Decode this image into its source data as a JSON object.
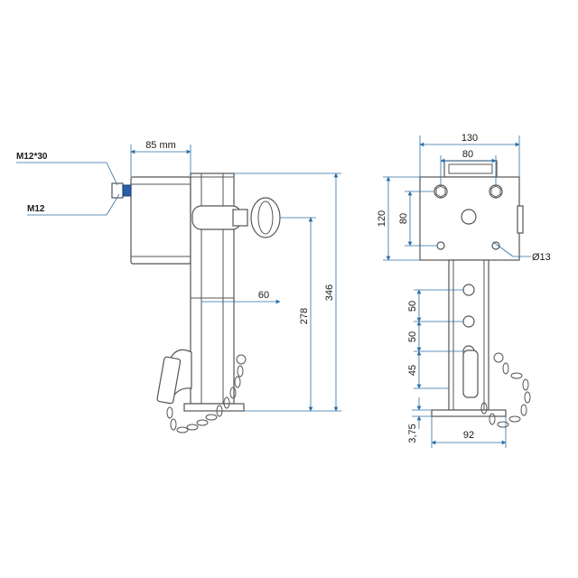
{
  "colors": {
    "line": "#555555",
    "dimension": "#2d6fa8",
    "text": "#1a1a1a",
    "background": "#ffffff",
    "accent": "#2a5ea8"
  },
  "side_view": {
    "labels": {
      "thread_bolt": "M12*30",
      "thread_nut": "M12"
    },
    "dimensions": {
      "plate_width": "85 mm",
      "wheel_offset": "60",
      "lift_height": "278",
      "total_height": "346"
    }
  },
  "front_view": {
    "dimensions": {
      "plate_width": "130",
      "bolt_spacing_h": "80",
      "plate_height": "120",
      "bolt_spacing_v": "80",
      "hole_diameter": "Ø13",
      "hole_spacing_1": "50",
      "hole_spacing_2": "50",
      "hole_spacing_3": "45",
      "foot_height": "3,75",
      "foot_width": "92"
    }
  }
}
